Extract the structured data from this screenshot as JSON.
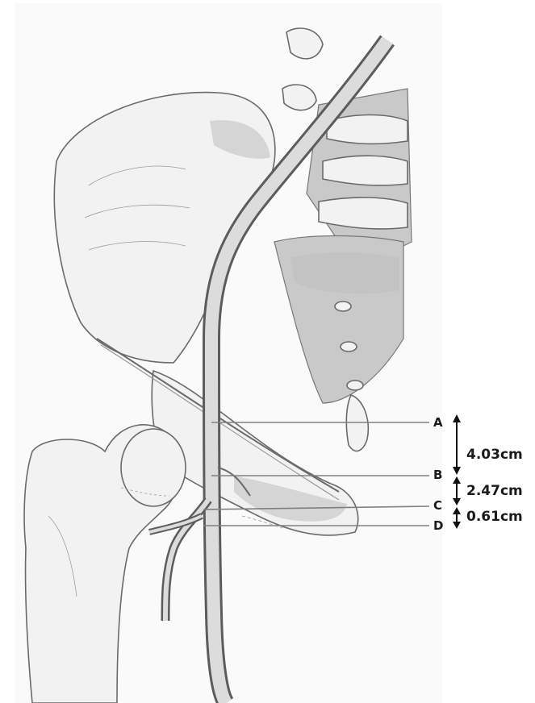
{
  "points": [
    {
      "id": "A",
      "label": "A"
    },
    {
      "id": "B",
      "label": "B"
    },
    {
      "id": "C",
      "label": "C"
    },
    {
      "id": "D",
      "label": "D"
    }
  ],
  "measurements": [
    {
      "between": "A-B",
      "value": "4.03cm"
    },
    {
      "between": "B-C",
      "value": "2.47cm"
    },
    {
      "between": "C-D",
      "value": "0.61cm"
    }
  ]
}
